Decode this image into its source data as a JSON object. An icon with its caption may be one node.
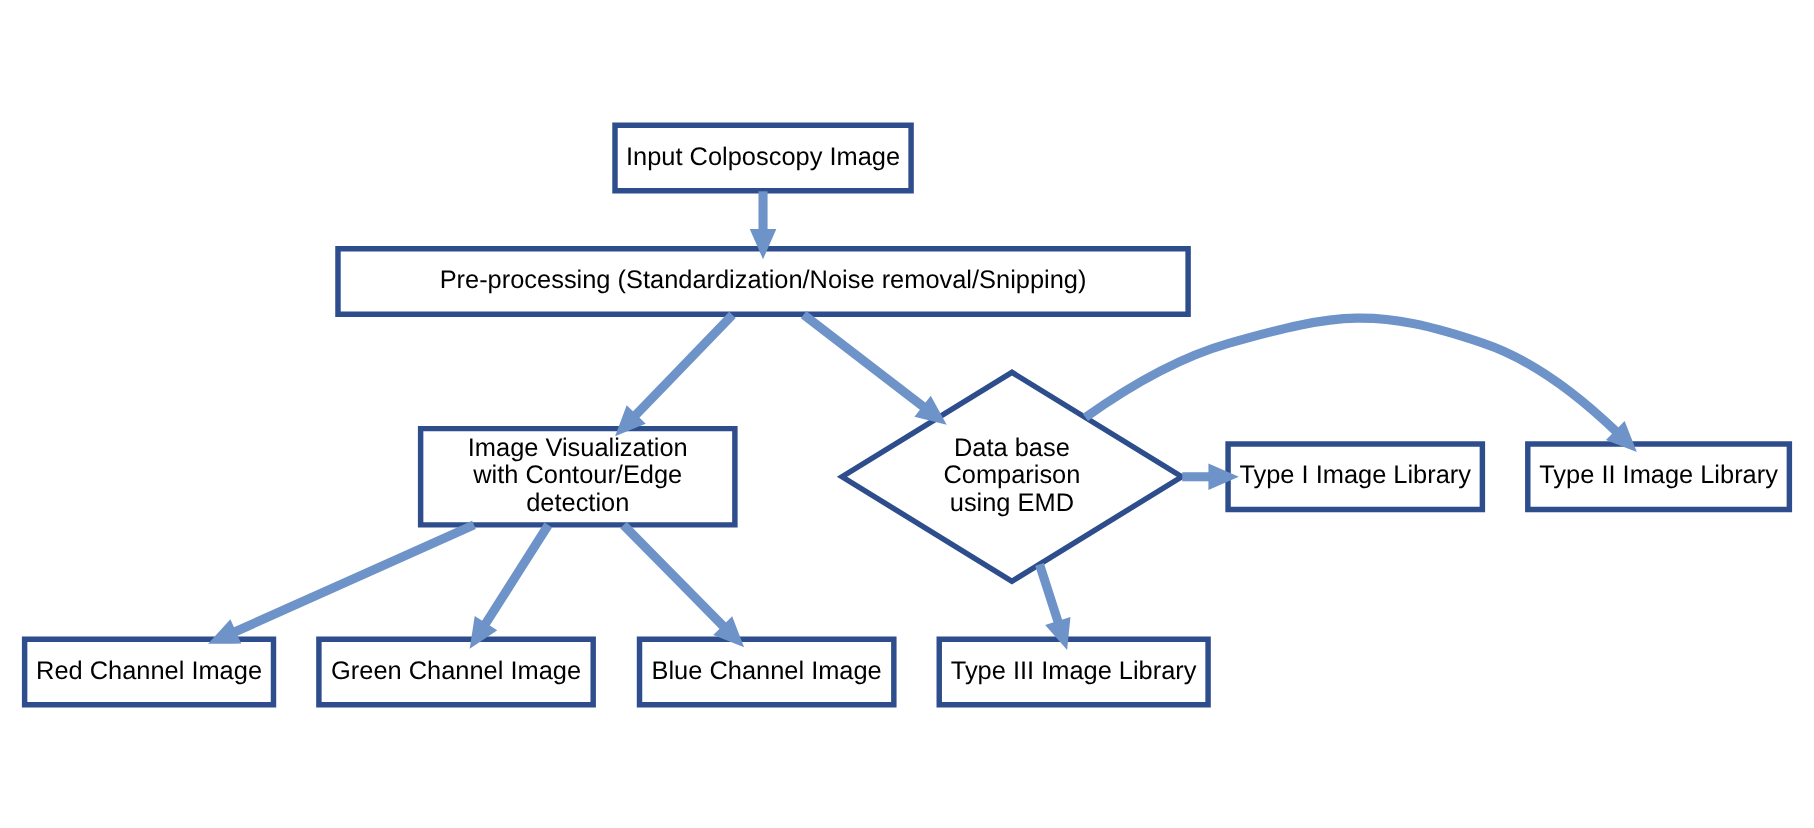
{
  "diagram": {
    "nodes": [
      {
        "text": [
          "Input Colposcopy Image"
        ]
      },
      {
        "text": [
          "Pre-processing (Standardization/Noise removal/Snipping)"
        ]
      },
      {
        "text": [
          "Image Visualization with Contour/Edge detection"
        ]
      },
      {
        "text": [
          "Red Channel Image"
        ]
      },
      {
        "text": [
          "Green Channel Image"
        ]
      },
      {
        "text": [
          "Blue Channel Image"
        ]
      },
      {
        "text": [
          "Data base Comparison using EMD"
        ]
      },
      {
        "text": [
          "Type I Image Library"
        ]
      },
      {
        "text": [
          "Type II Image Library"
        ]
      },
      {
        "text": [
          "Type III Image Library"
        ]
      }
    ],
    "edges": [
      {
        "from": 0,
        "to": 1,
        "arrow": "to"
      },
      {
        "from": 1,
        "to": 2,
        "arrow": "to"
      },
      {
        "from": 1,
        "to": 6,
        "arrow": "to"
      },
      {
        "from": 2,
        "to": 3,
        "arrow": "to"
      },
      {
        "from": 2,
        "to": 4,
        "arrow": "to"
      },
      {
        "from": 2,
        "to": 5,
        "arrow": "to"
      },
      {
        "from": 6,
        "to": 7,
        "arrow": "to"
      },
      {
        "from": 6,
        "to": 8,
        "arrow": "to"
      },
      {
        "from": 6,
        "to": 9,
        "arrow": "to"
      }
    ]
  }
}
